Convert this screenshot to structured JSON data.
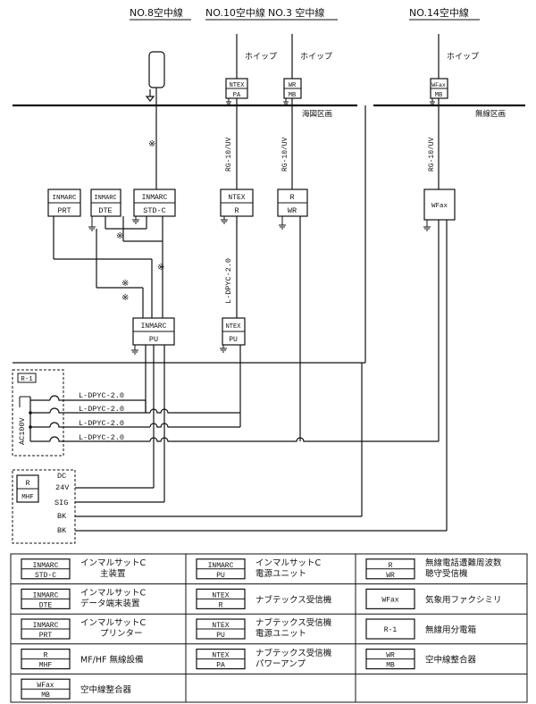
{
  "antennas": {
    "no8": "NO.8空中線",
    "no10": "NO.10空中線",
    "no3": "NO.3 空中線",
    "no14": "NO.14空中線"
  },
  "whip": "ホイップ",
  "zones": {
    "haizu": "海図区画",
    "musen": "無線区画"
  },
  "cable_rg": "RG-10/UV",
  "cable_l": "L-DPYC-2.0",
  "asterisk": "※",
  "units": {
    "ntex_pa": [
      "NTEX",
      "PA"
    ],
    "wr_mb": [
      "WR",
      "MB"
    ],
    "wfax_mb": [
      "WFax",
      "MB"
    ],
    "inm_prt": [
      "INMARC",
      "PRT"
    ],
    "inm_dte": [
      "INMARC",
      "DTE"
    ],
    "inm_std": [
      "INMARC",
      "STD-C"
    ],
    "ntex_r": [
      "NTEX",
      "R"
    ],
    "r_wr": [
      "R",
      "WR"
    ],
    "wfax": "WFax",
    "inm_pu": [
      "INMARC",
      "PU"
    ],
    "ntex_pu": [
      "NTEX",
      "PU"
    ],
    "r1": "R-1",
    "ac100v": "AC100V",
    "r_mhf": [
      "R",
      "MHF"
    ]
  },
  "power_labels": [
    "L-DPYC-2.0",
    "L-DPYC-2.0",
    "L-DPYC-2.0",
    "L-DPYC-2.0"
  ],
  "terminals": [
    "DC",
    "24V",
    "SIG",
    "BK",
    "BK"
  ],
  "legend": [
    {
      "code": [
        "INMARC",
        "STD-C"
      ],
      "desc": [
        "インマルサットC",
        "主装置"
      ]
    },
    {
      "code": [
        "INMARC",
        "PU"
      ],
      "desc": [
        "インマルサットC",
        "電源ユニット"
      ]
    },
    {
      "code": [
        "R",
        "WR"
      ],
      "desc": [
        "無線電話遭難周波数",
        "聴守受信機"
      ]
    },
    {
      "code": [
        "INMARC",
        "DTE"
      ],
      "desc": [
        "インマルサットC",
        "データ端末装置"
      ]
    },
    {
      "code": [
        "NTEX",
        "R"
      ],
      "desc": [
        "ナブテックス受信機"
      ]
    },
    {
      "code": [
        "WFax"
      ],
      "desc": [
        "気象用ファクシミリ"
      ]
    },
    {
      "code": [
        "INMARC",
        "PRT"
      ],
      "desc": [
        "インマルサットC",
        "プリンター"
      ]
    },
    {
      "code": [
        "NTEX",
        "PU"
      ],
      "desc": [
        "ナブテックス受信機",
        "電源ユニット"
      ]
    },
    {
      "code": [
        "R-1"
      ],
      "desc": [
        "無線用分電箱"
      ]
    },
    {
      "code": [
        "R",
        "MHF"
      ],
      "desc": [
        "MF/HF 無線設備"
      ]
    },
    {
      "code": [
        "NTEX",
        "PA"
      ],
      "desc": [
        "ナブテックス受信機",
        "パワーアンプ"
      ]
    },
    {
      "code": [
        "WR",
        "MB"
      ],
      "desc": [
        "空中線整合器"
      ]
    },
    {
      "code": [
        "WFax",
        "MB"
      ],
      "desc": [
        "空中線整合器"
      ]
    }
  ]
}
